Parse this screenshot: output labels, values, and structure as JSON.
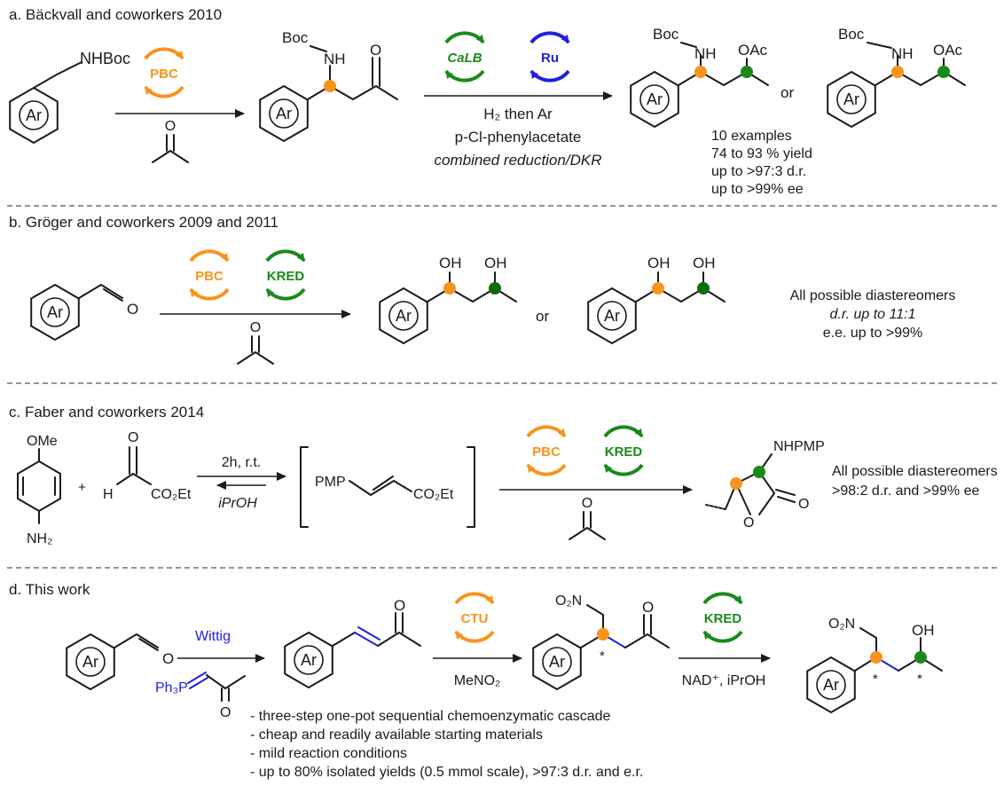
{
  "sections": {
    "a": {
      "header": "a. Bäckvall and coworkers 2010",
      "sm_label": "NHBoc",
      "prod_boc": "Boc",
      "prod_nh": "NH",
      "prod_o": "O",
      "step1_cat": "PBC",
      "cond_o": "O",
      "step2_cat1": "CaLB",
      "step2_cat2": "Ru",
      "cond1": "H₂ then Ar",
      "cond2": "p-Cl-phenylacetate",
      "cond3": "combined reduction/DKR",
      "prod2_boc": "Boc",
      "prod2_nh": "NH",
      "prod2_oac": "OAc",
      "or": "or",
      "prod3_boc": "Boc",
      "prod3_nh": "NH",
      "prod3_oac": "OAc",
      "results": [
        "10 examples",
        "74 to 93 % yield",
        "up to >97:3 d.r.",
        "up to >99% ee"
      ]
    },
    "b": {
      "header": "b. Gröger and coworkers 2009 and  2011",
      "cat1": "PBC",
      "cat2": "KRED",
      "cond_o": "O",
      "oh1": "OH",
      "oh2": "OH",
      "or": "or",
      "oh3": "OH",
      "oh4": "OH",
      "results": [
        "All possible diastereomers",
        "d.r. up to 11:1",
        "e.e. up to >99%"
      ]
    },
    "c": {
      "header": "c. Faber and coworkers 2014",
      "ome": "OMe",
      "plus": "+",
      "nh2": "NH₂",
      "ald_o": "O",
      "ald_h": "H",
      "ester": "CO₂Et",
      "cond_top": "2h, r.t.",
      "cond_bottom": "iPrOH",
      "int_pmp": "PMP",
      "int_ester": "CO₂Et",
      "cat1": "PBC",
      "cat2": "KRED",
      "cond_o": "O",
      "prod_sub": "NHPMP",
      "ring_o": "O",
      "carbonyl_o": "O",
      "results": [
        "All possible diastereomers",
        ">98:2 d.r. and >99% ee"
      ]
    },
    "d": {
      "header": "d. This work",
      "ald_o": "O",
      "wittig": "Wittig",
      "ylide": "Ph₃P",
      "ylide_o": "O",
      "enone_o": "O",
      "cat1": "CTU",
      "cond1": "MeNO₂",
      "no2": "O₂N",
      "ketone_o": "O",
      "star": "*",
      "cat2": "KRED",
      "cond2": "NAD⁺, iPrOH",
      "no2_2": "O₂N",
      "oh": "OH",
      "bullets": [
        "- three-step one-pot sequential chemoenzymatic cascade",
        "- cheap and readily available starting materials",
        "- mild reaction conditions",
        "- up to 80% isolated yields (0.5 mmol scale), >97:3 d.r. and e.r."
      ]
    }
  },
  "ring_label": "Ar",
  "colors": {
    "orange": "#f7941d",
    "green": "#1a8a1a",
    "dark_green": "#0d6b0d",
    "blue": "#1f1fe0",
    "text": "#1a1a1a"
  },
  "icons": {
    "catalyst_cycle": "two-arc-recycling-icon",
    "stereo_center": "filled-dot-icon",
    "aryl_group": "hexagon-ring-icon"
  }
}
